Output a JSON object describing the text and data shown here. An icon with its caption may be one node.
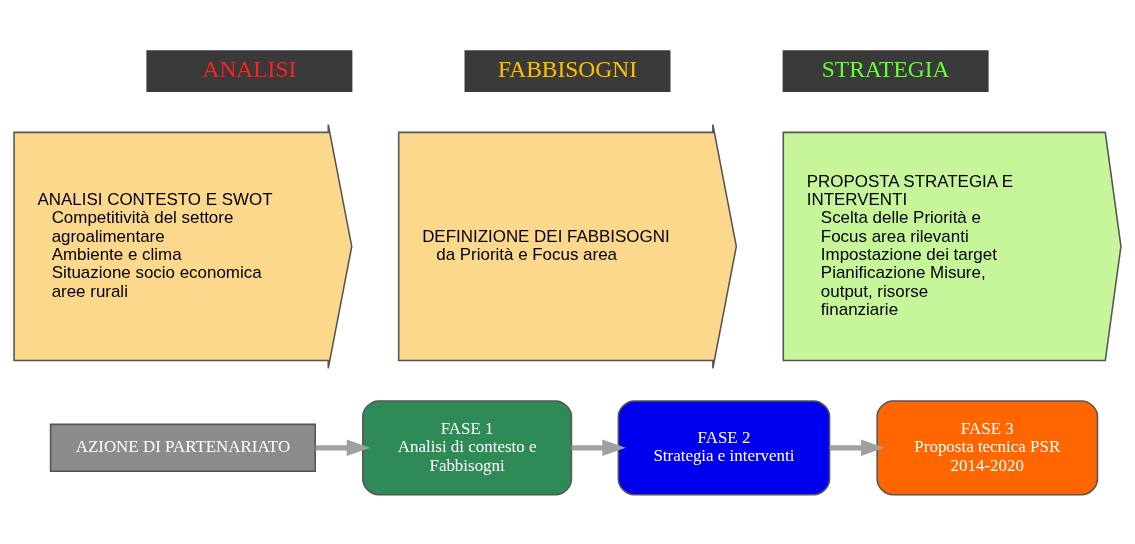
{
  "diagram": {
    "nodes": [
      {
        "text": [
          "ANALISI"
        ]
      },
      {
        "text": [
          "ANALISI CONTESTO E SWOT",
          "Competitività del settore agroalimentare",
          "Ambiente e clima",
          "Situazione socio economica aree rurali"
        ]
      },
      {
        "text": [
          "FABBISOGNI"
        ]
      },
      {
        "text": [
          "DEFINIZIONE DEI FABBISOGNI",
          "da Priorità e Focus area"
        ]
      },
      {
        "text": [
          "STRATEGIA"
        ]
      },
      {
        "text": [
          "PROPOSTA STRATEGIA E INTERVENTI",
          "Scelta delle Priorità e Focus area rilevanti",
          "Impostazione dei target",
          "Pianificazione Misure, output, risorse finanziarie"
        ]
      },
      {
        "text": [
          "AZIONE DI PARTENARIATO"
        ]
      },
      {
        "text": [
          "FASE 1",
          "Analisi di contesto e Fabbisogni"
        ]
      },
      {
        "text": [
          "FASE 2",
          "Strategia e interventi"
        ]
      },
      {
        "text": [
          "FASE 3",
          "Proposta tecnica PSR 2014-2020"
        ]
      }
    ],
    "edges": [
      {
        "from": 6,
        "to": 7,
        "arrow": "to"
      },
      {
        "from": 7,
        "to": 8,
        "arrow": "to"
      },
      {
        "from": 8,
        "to": 9,
        "arrow": "to"
      }
    ]
  }
}
